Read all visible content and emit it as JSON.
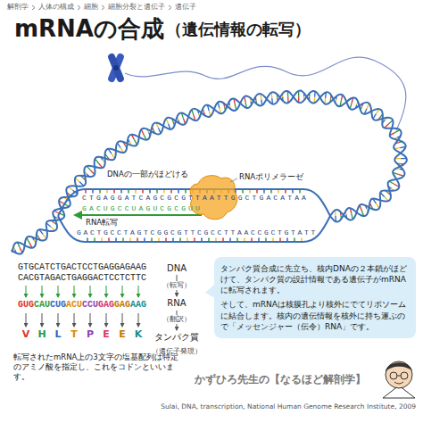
{
  "diagram": {
    "title": "mRNAの合成",
    "caption": "Sulai, DNA, transcription, National Human Genome Research Institute, 2009",
    "nodes": [
      {
        "text": [
          "タンパク質合成に先立ち、核内DNAの２本鎖がほどけて、タンパク質の設計情報である遺伝子がmRNAに転写されます。",
          "そして、mRNAは核膜孔より核外にでてリボソームに結合します。核内の遺伝情報を核外に持ち運ぶので「メッセンジャー（伝令）RNA」です。"
        ]
      }
    ],
    "edges": [],
    "labels": [
      "解剖学",
      "人体の構成",
      "細胞",
      "細胞分裂と遺伝子",
      "遺伝子",
      "（遺伝情報の転写）",
      "DNAの一部がほどける",
      "RNAポリメラーゼ",
      "CTGAGGATCAGCGCGTTAATTGGCTGACATAA",
      "GACUGCCUAGUCGCGUU",
      "RNA転写",
      "GACTGCCTAGTCGGCGTTCGCCTTAACCGCTGTATT",
      "GTGCATCTGACTCCTGAGGAGAAG",
      "CACGTAGACTGAGGACTCCTCTTC",
      "GUG",
      "CAU",
      "CUG",
      "ACU",
      "CCU",
      "GAG",
      "GAG",
      "AAG",
      "V",
      "H",
      "L",
      "T",
      "P",
      "E",
      "E",
      "K",
      "DNA",
      "（転写）",
      "RNA",
      "（翻訳）",
      "タンパク質",
      "（遺伝子発現）",
      "転写されたmRNA上の3文字の塩基配列は特定のアミノ酸を指定し、これをコドンといいます。",
      "かずひろ先生の【なるほど解剖学】"
    ]
  }
}
